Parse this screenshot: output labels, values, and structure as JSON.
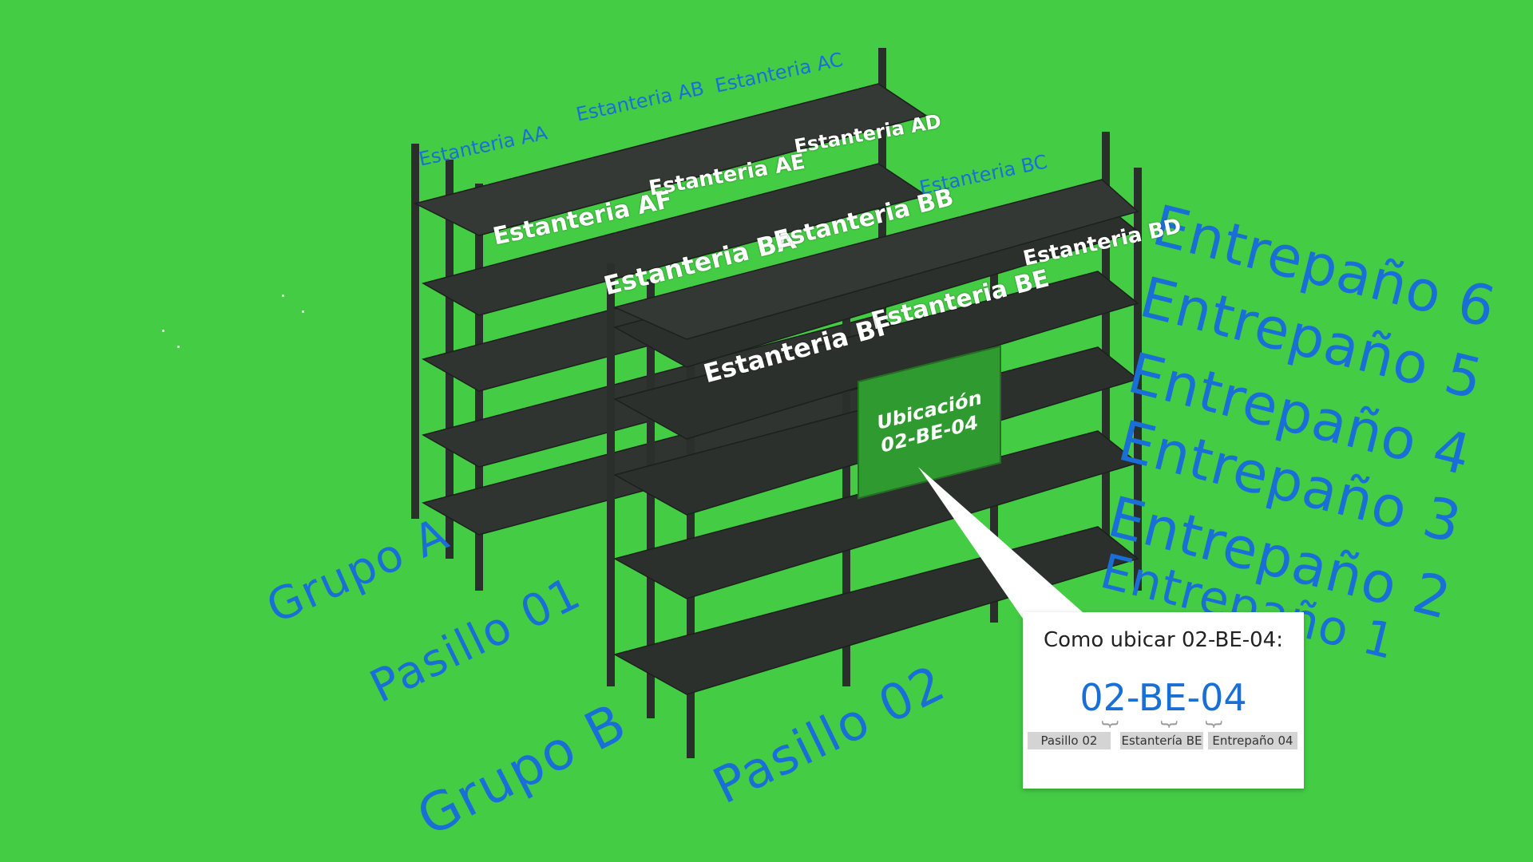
{
  "floor_labels": {
    "grupo_a": "Grupo A",
    "pasillo_01": "Pasillo 01",
    "grupo_b": "Grupo B",
    "pasillo_02": "Pasillo 02"
  },
  "shelf_levels": [
    "Entrepaño 6",
    "Entrepaño 5",
    "Entrepaño 4",
    "Entrepaño 3",
    "Entrepaño 2",
    "Entrepaño 1"
  ],
  "back_rack_labels": [
    "Estanteria AA",
    "Estanteria AB",
    "Estanteria AC",
    "Estanteria BC"
  ],
  "front_rack_labels": [
    "Estanteria AD",
    "Estanteria AE",
    "Estanteria AF",
    "Estanteria BA",
    "Estanteria BB",
    "Estanteria BD",
    "Estanteria BE",
    "Estanteria BF"
  ],
  "location_sign": {
    "line1": "Ubicación",
    "line2": "02-BE-04"
  },
  "callout": {
    "title": "Como ubicar 02-BE-04:",
    "code": "02-BE-04",
    "parts": [
      "Pasillo 02",
      "Estantería BE",
      "Entrepaño 04"
    ]
  },
  "colors": {
    "background": "#44cc44",
    "label_blue": "#1a6fd6",
    "rack": "#2b2f2c",
    "sign": "#2f9a2f"
  }
}
